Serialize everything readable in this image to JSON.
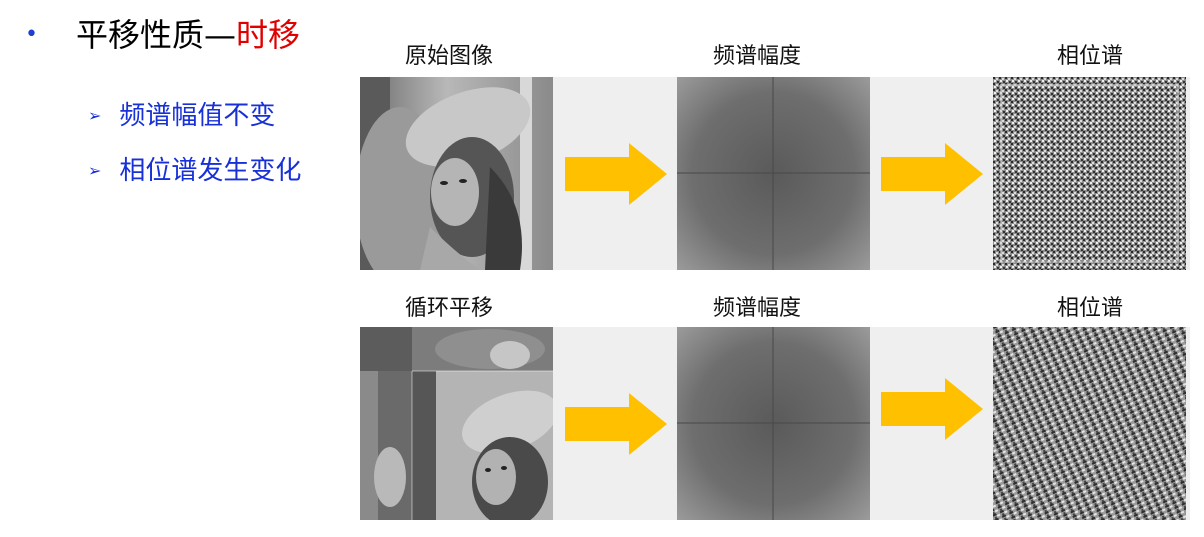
{
  "slide": {
    "bullet": "•",
    "title_main": "平移性质—",
    "title_highlight": "时移",
    "points": [
      "频谱幅值不变",
      "相位谱发生变化"
    ],
    "point_marker": "➢"
  },
  "row1": {
    "captions": [
      "原始图像",
      "频谱幅度",
      "相位谱"
    ]
  },
  "row2": {
    "captions": [
      "循环平移",
      "频谱幅度",
      "相位谱"
    ]
  },
  "colors": {
    "title_text": "#000000",
    "highlight": "#e00000",
    "points_text": "#1730d8",
    "arrow": "#ffc000",
    "row_background": "#efefef"
  }
}
